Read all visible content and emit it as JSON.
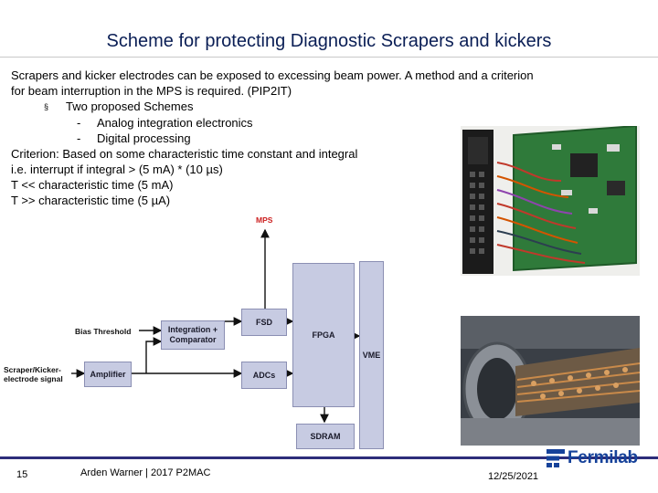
{
  "slide": {
    "title": "Scheme for protecting Diagnostic Scrapers and kickers",
    "body": {
      "line1": "Scrapers and kicker electrodes can be exposed to excessing beam power. A method and a criterion",
      "line2": "for beam interruption in the MPS is required. (PIP2IT)",
      "bullet_marker": "§",
      "bullet": "Two proposed Schemes",
      "sub_marker": "-",
      "sub1": "Analog integration electronics",
      "sub2": "Digital processing",
      "criterion": "Criterion: Based on some characteristic time constant and integral",
      "ie": "i.e. interrupt if integral > (5 mA) * (10 µs)",
      "t1": "T << characteristic time (5 mA)",
      "t2": "T >> characteristic time (5 µA)"
    }
  },
  "diagram": {
    "mps": "MPS",
    "bias_threshold": "Bias Threshold",
    "integration_1": "Integration +",
    "integration_2": "Comparator",
    "fsd": "FSD",
    "fpga": "FPGA",
    "vme": "VME",
    "adcs": "ADCs",
    "amplifier": "Amplifier",
    "signal_1": "Scraper/Kicker-",
    "signal_2": "electrode signal",
    "sdram": "SDRAM"
  },
  "footer": {
    "page_number": "15",
    "author": "Arden Warner | 2017 P2MAC",
    "date": "12/25/2021",
    "logo_text": "Fermilab"
  },
  "colors": {
    "title": "#0a1e55",
    "box_fill": "#c7cbe2",
    "mps_red": "#cc1f1f",
    "footer_rule": "#2d2d7a",
    "logo_blue": "#16429a"
  }
}
